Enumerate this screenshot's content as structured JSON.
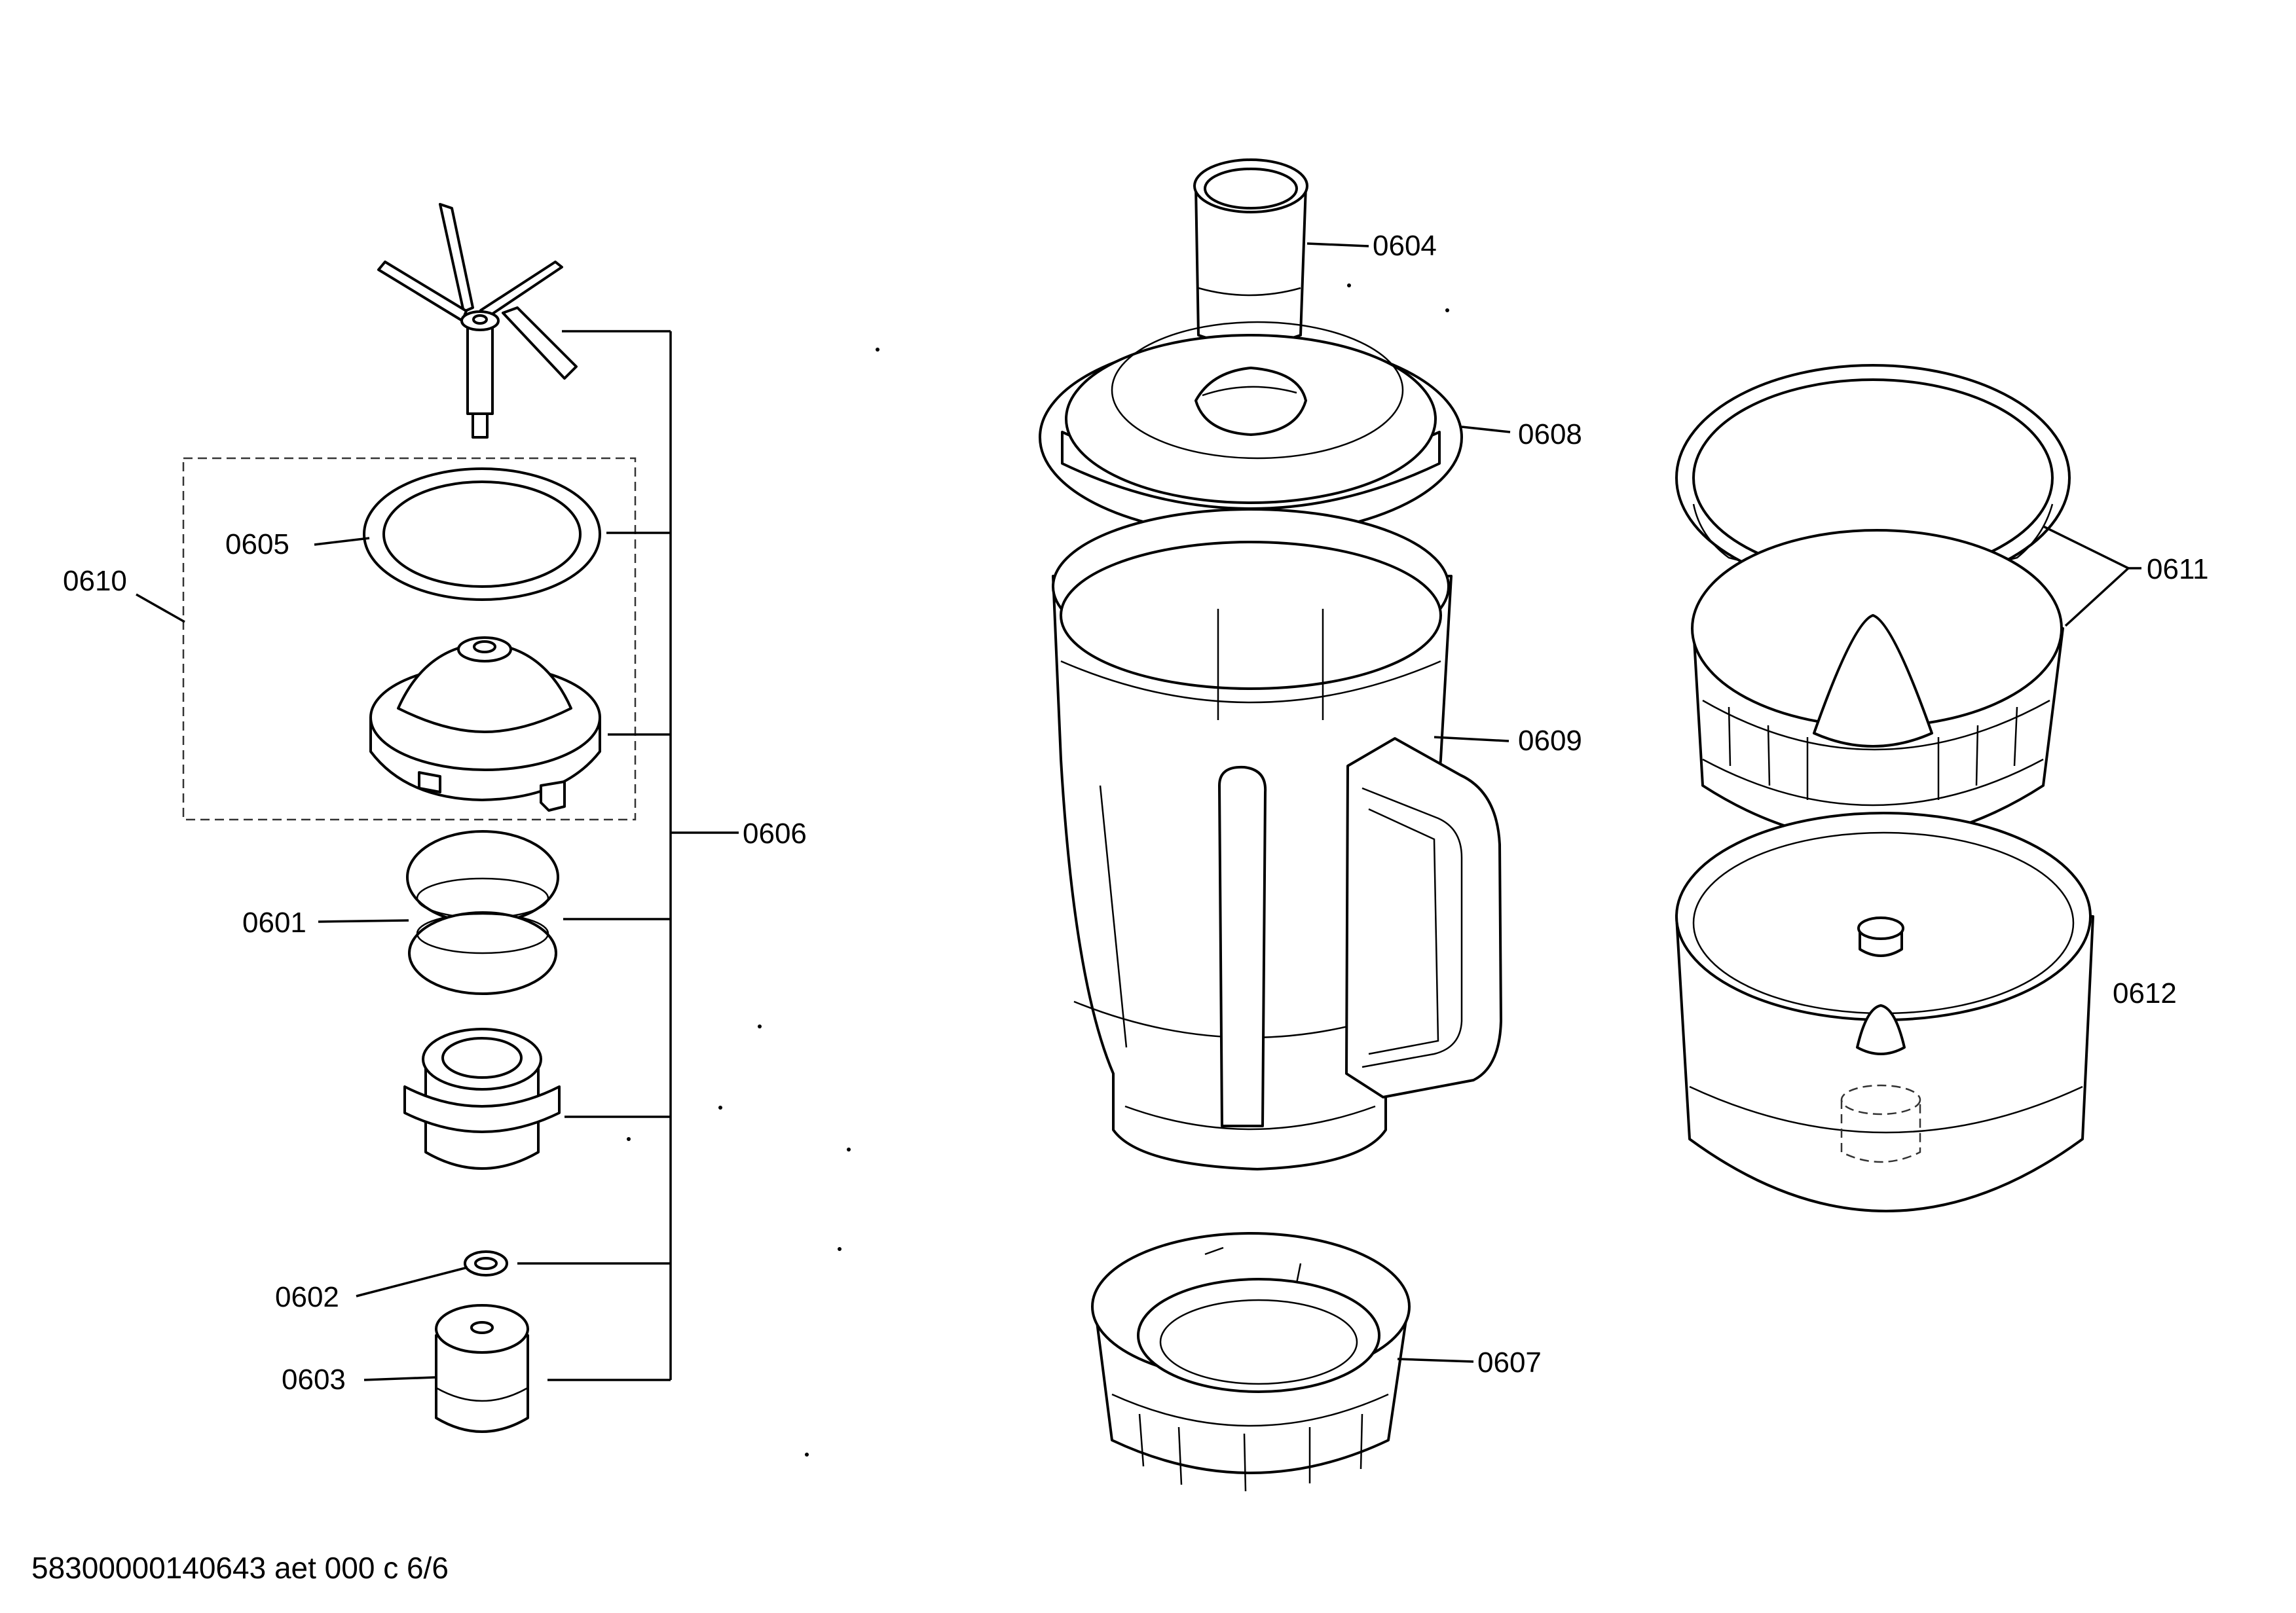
{
  "diagram": {
    "labels": {
      "p0601": "0601",
      "p0602": "0602",
      "p0603": "0603",
      "p0604": "0604",
      "p0605": "0605",
      "p0606": "0606",
      "p0607": "0607",
      "p0608": "0608",
      "p0609": "0609",
      "p0610": "0610",
      "p0611": "0611",
      "p0612": "0612"
    },
    "footer": "58300000140643 aet 000 c 6/6"
  }
}
